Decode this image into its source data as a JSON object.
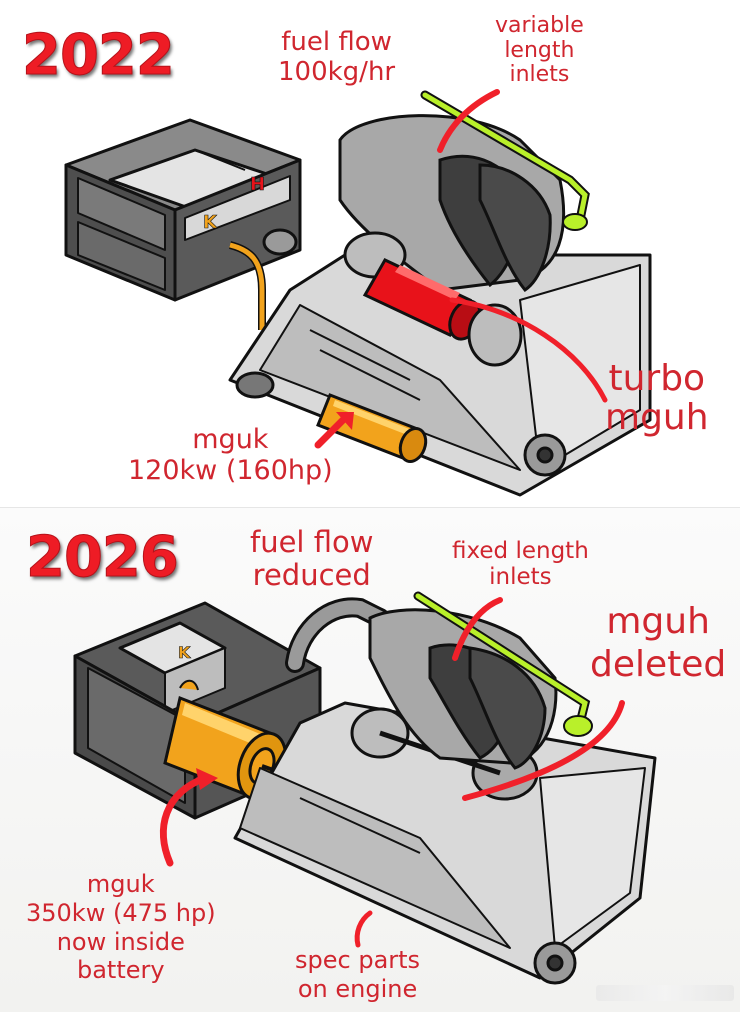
{
  "panels": [
    {
      "year": "2022",
      "labels": {
        "fuel_flow": [
          "fuel flow",
          "100kg/hr"
        ],
        "inlets": [
          "variable",
          "length",
          "inlets"
        ],
        "turbo": [
          "turbo",
          "mguh"
        ],
        "mguk": [
          "mguk",
          "120kw (160hp)"
        ]
      },
      "battery_marks": [
        "K",
        "H"
      ]
    },
    {
      "year": "2026",
      "labels": {
        "fuel_flow": [
          "fuel flow",
          "reduced"
        ],
        "inlets": [
          "fixed length",
          "inlets"
        ],
        "mguh": [
          "mguh",
          "deleted"
        ],
        "mguk": [
          "mguk",
          "350kw (475 hp)",
          "now inside",
          "battery"
        ],
        "spec": [
          "spec parts",
          "on engine"
        ]
      },
      "battery_marks": [
        "K"
      ]
    }
  ],
  "colors": {
    "label_red": "#d0262f",
    "year_red": "#ee1c25",
    "arrow_red": "#f0202a",
    "mguk_orange": "#f2a31c",
    "mguh_red": "#e8121a",
    "inlet_green": "#b9f02a",
    "metal_light": "#dedede",
    "metal_dark": "#6e6e6e",
    "battery_dark": "#5a5a5a"
  }
}
